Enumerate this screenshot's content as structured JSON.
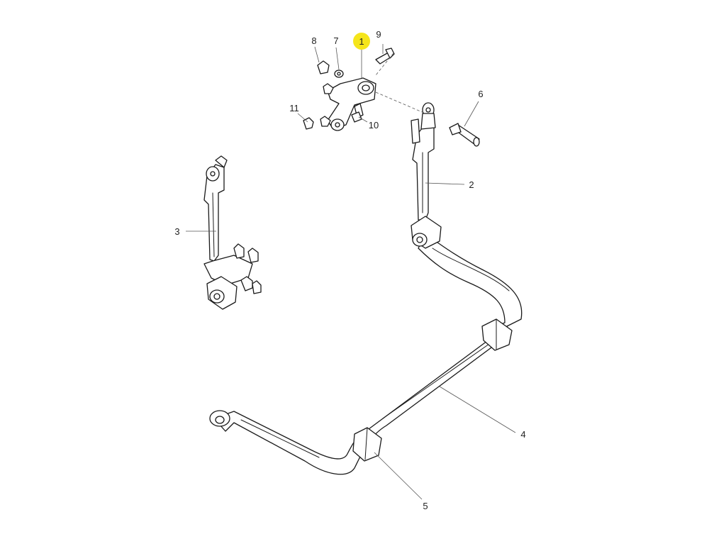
{
  "diagram": {
    "highlight_color": "#f5e51b",
    "text_color": "#222222",
    "line_color": "#1a1a1a",
    "callouts": [
      {
        "id": "c1",
        "label": "1",
        "highlighted": true,
        "color": "#222222"
      },
      {
        "id": "c2",
        "label": "2",
        "highlighted": false,
        "color": "#222222"
      },
      {
        "id": "c3",
        "label": "3",
        "highlighted": false,
        "color": "#222222"
      },
      {
        "id": "c4",
        "label": "4",
        "highlighted": false,
        "color": "#222222"
      },
      {
        "id": "c5",
        "label": "5",
        "highlighted": false,
        "color": "#222222"
      },
      {
        "id": "c6",
        "label": "6",
        "highlighted": false,
        "color": "#222222"
      },
      {
        "id": "c7",
        "label": "7",
        "highlighted": false,
        "color": "#222222"
      },
      {
        "id": "c8",
        "label": "8",
        "highlighted": false,
        "color": "#222222"
      },
      {
        "id": "c9",
        "label": "9",
        "highlighted": false,
        "color": "#222222"
      },
      {
        "id": "c10",
        "label": "10",
        "highlighted": false,
        "color": "#2e6b2e"
      },
      {
        "id": "c11",
        "label": "11",
        "highlighted": false,
        "color": "#222222"
      }
    ]
  }
}
